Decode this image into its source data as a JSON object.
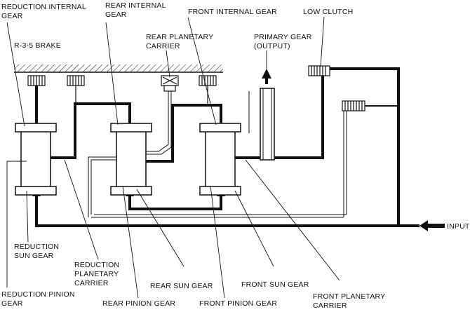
{
  "labels": {
    "reduction_internal_gear": [
      "REDUCTION INTERNAL",
      "GEAR"
    ],
    "rear_internal_gear": [
      "REAR INTERNAL",
      "GEAR"
    ],
    "front_internal_gear": [
      "FRONT INTERNAL GEAR"
    ],
    "low_clutch": [
      "LOW CLUTCH"
    ],
    "r35_brake": [
      "R-3-5 BRAKE"
    ],
    "rear_planetary_carrier": [
      "REAR PLANETARY",
      "CARRIER"
    ],
    "primary_gear": [
      "PRIMARY GEAR",
      "(OUTPUT)"
    ],
    "input": [
      "INPUT"
    ],
    "reduction_sun_gear": [
      "REDUCTION",
      "SUN GEAR"
    ],
    "reduction_planetary_carrier": [
      "REDUCTION",
      "PLANETARY",
      "CARRIER"
    ],
    "reduction_pinion_gear": [
      "REDUCTION PINION",
      "GEAR"
    ],
    "rear_sun_gear": [
      "REAR SUN GEAR"
    ],
    "front_sun_gear": [
      "FRONT SUN GEAR"
    ],
    "rear_pinion_gear": [
      "REAR PINION GEAR"
    ],
    "front_pinion_gear": [
      "FRONT PINION GEAR"
    ],
    "front_planetary_carrier": [
      "FRONT PLANETARY",
      "CARRIER"
    ]
  },
  "colors": {
    "line": "#111111",
    "fill": "#ffffff"
  }
}
